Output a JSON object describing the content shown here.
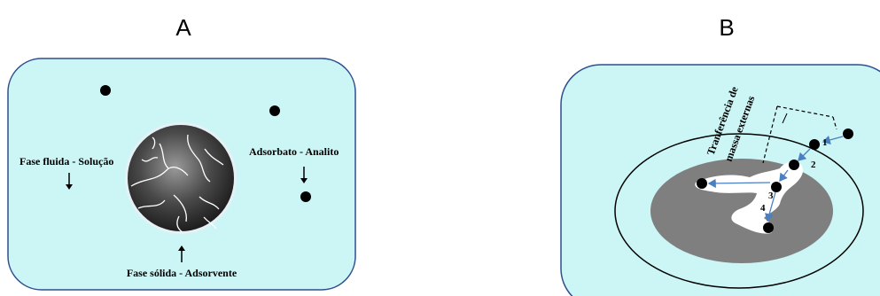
{
  "panels": {
    "a": {
      "title": "A",
      "labels": {
        "fluid_phase": "Fase fluida - Solução",
        "adsorbate": "Adsorbato - Analito",
        "solid_phase": "Fase sólida - Adsorvente"
      }
    },
    "b": {
      "title": "B",
      "labels": {
        "transfer_line1": "Tranferência de",
        "transfer_line2": "massa externas"
      },
      "steps": [
        "1",
        "2",
        "3",
        "4"
      ]
    }
  },
  "colors": {
    "background_fill": "#ccf5f5",
    "pore_fill": "#7f7f7f",
    "arrow": "#4a7fc1",
    "particle": "#000000"
  }
}
